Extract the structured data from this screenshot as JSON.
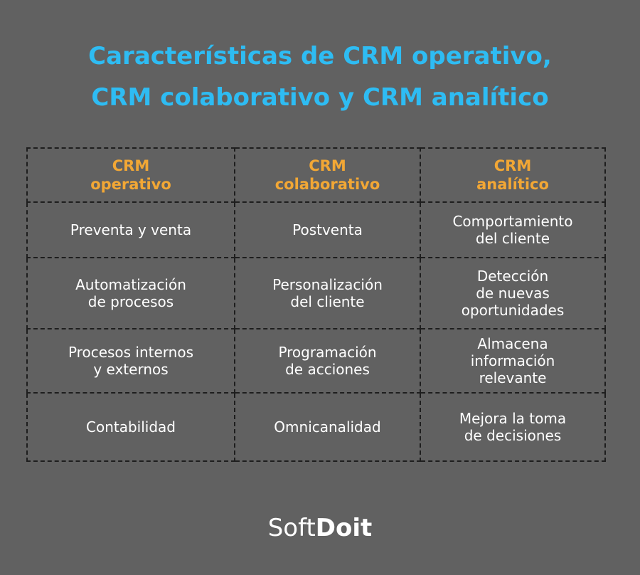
{
  "title": {
    "line1": "Características de CRM operativo,",
    "line2": "CRM colaborativo y CRM analítico"
  },
  "table": {
    "headers": [
      "CRM\noperativo",
      "CRM\ncolaborativo",
      "CRM\nanalítico"
    ],
    "rows": [
      [
        "Preventa y venta",
        "Postventa",
        "Comportamiento\ndel cliente"
      ],
      [
        "Automatización\nde procesos",
        "Personalización\ndel cliente",
        "Detección\nde nuevas\noportunidades"
      ],
      [
        "Procesos internos\ny externos",
        "Programación\nde acciones",
        "Almacena\ninformación\nrelevante"
      ],
      [
        "Contabilidad",
        "Omnicanalidad",
        "Mejora la toma\nde decisiones"
      ]
    ]
  },
  "logo": {
    "part1": "Soft",
    "part2": "Doit"
  },
  "colors": {
    "background": "#616161",
    "title": "#2ebcf3",
    "header": "#f2a735",
    "text": "#ffffff",
    "border": "#1e1e1e"
  }
}
